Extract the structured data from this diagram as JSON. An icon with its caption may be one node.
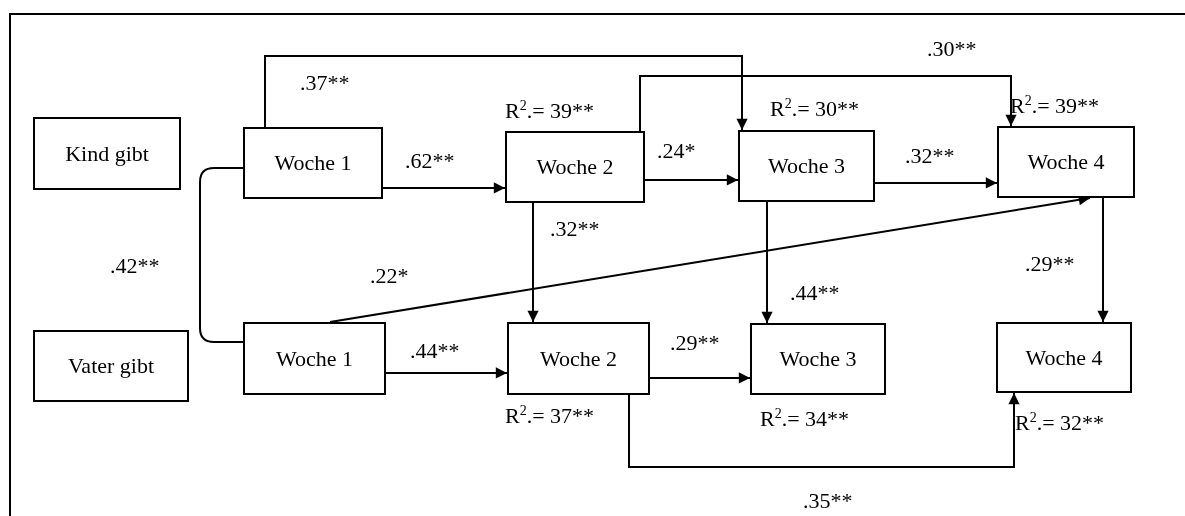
{
  "diagram": {
    "nodes": [
      {
        "text": [
          "Kind gibt"
        ]
      },
      {
        "text": [
          "Woche 1"
        ]
      },
      {
        "text": [
          "Woche 2"
        ],
        "beside": [
          "R$^{2}$.= 39**"
        ]
      },
      {
        "text": [
          "Woche 3"
        ],
        "beside": [
          "R$^{2}$.= 30**"
        ]
      },
      {
        "text": [
          "Woche 4"
        ],
        "beside": [
          "R$^{2}$.= 39**"
        ]
      },
      {
        "text": [
          "Vater gibt"
        ]
      },
      {
        "text": [
          "Woche 1"
        ]
      },
      {
        "text": [
          "Woche 2"
        ],
        "beside": [
          "R$^{2}$.= 37**"
        ]
      },
      {
        "text": [
          "Woche 3"
        ],
        "beside": [
          "R$^{2}$.= 34**"
        ]
      },
      {
        "text": [
          "Woche 4"
        ],
        "beside": [
          "R$^{2}$.= 32**"
        ]
      }
    ],
    "edges": [
      {
        "from": 1,
        "to": 2,
        "arrow": "to",
        "label": ".62**"
      },
      {
        "from": 2,
        "to": 3,
        "arrow": "to",
        "label": ".24*"
      },
      {
        "from": 3,
        "to": 4,
        "arrow": "to",
        "label": ".32**"
      },
      {
        "from": 1,
        "to": 3,
        "arrow": "to",
        "label": ".37**"
      },
      {
        "from": 2,
        "to": 4,
        "arrow": "to",
        "label": ".30**"
      },
      {
        "from": 2,
        "to": 7,
        "arrow": "to",
        "label": ".32**"
      },
      {
        "from": 3,
        "to": 8,
        "arrow": "to",
        "label": ".44**"
      },
      {
        "from": 4,
        "to": 9,
        "arrow": "to",
        "label": ".29**"
      },
      {
        "from": 6,
        "to": 4,
        "arrow": "to",
        "label": ".22*"
      },
      {
        "from": 6,
        "to": 7,
        "arrow": "to",
        "label": ".44**"
      },
      {
        "from": 7,
        "to": 8,
        "arrow": "to",
        "label": ".29**"
      },
      {
        "from": 7,
        "to": 9,
        "arrow": "to",
        "label": ".35**"
      },
      {
        "from": 1,
        "to": 6,
        "arrow": "none",
        "label": ".42**"
      }
    ]
  }
}
